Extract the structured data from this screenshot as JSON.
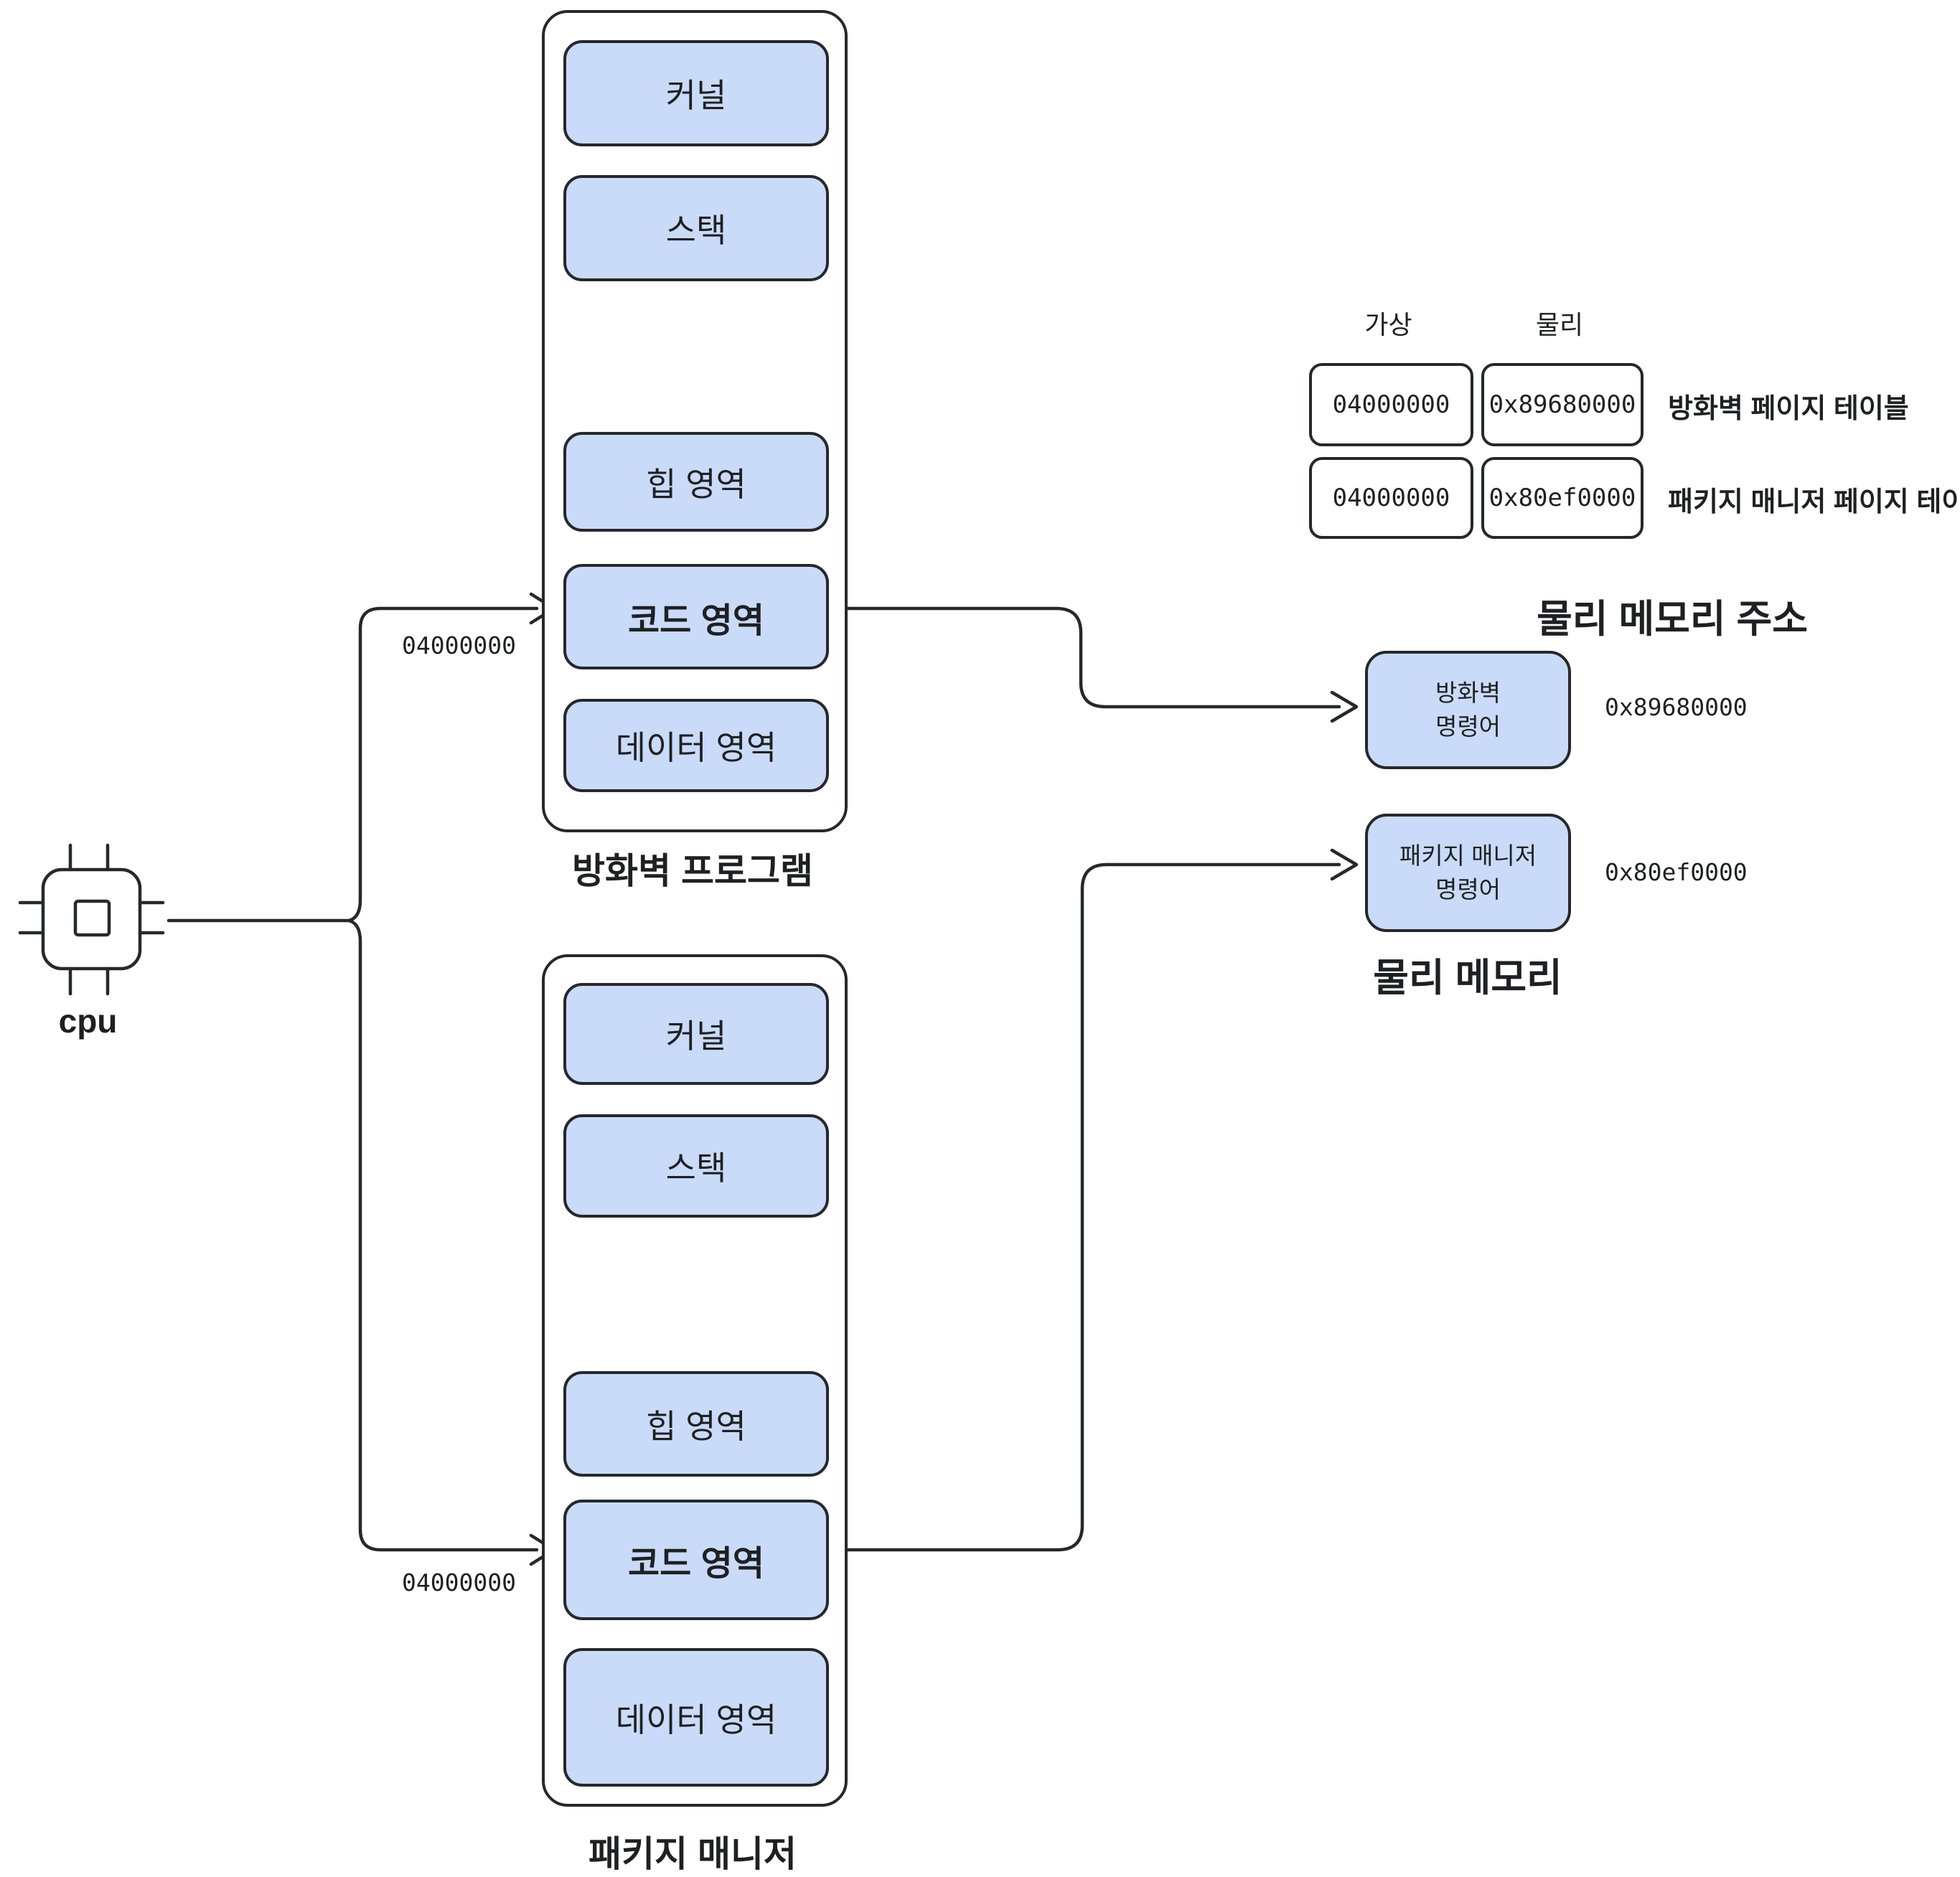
{
  "colors": {
    "box_fill": "#c9dbf8",
    "stroke": "#26282b",
    "text": "#1f2023",
    "background": "#ffffff"
  },
  "cpu": {
    "label": "cpu"
  },
  "programs": [
    {
      "id": "firewall",
      "label": "방화벽 프로그램",
      "regions": [
        "커널",
        "스택",
        "힙 영역",
        "코드 영역",
        "데이터 영역"
      ],
      "virtual_address": "04000000"
    },
    {
      "id": "package-manager",
      "label": "패키지 매니저",
      "regions": [
        "커널",
        "스택",
        "힙 영역",
        "코드 영역",
        "데이터 영역"
      ],
      "virtual_address": "04000000"
    }
  ],
  "page_table": {
    "col_headers": {
      "virtual": "가상",
      "physical": "물리"
    },
    "rows": [
      {
        "virtual": "04000000",
        "physical": "0x89680000",
        "label": "방화벽 페이지 테이블"
      },
      {
        "virtual": "04000000",
        "physical": "0x80ef0000",
        "label": "패키지 매니저 페이지 테이블"
      }
    ],
    "title": "물리 메모리 주소"
  },
  "physical_memory": {
    "title": "물리 메모리",
    "blocks": [
      {
        "label_lines": [
          "방화벽",
          "명령어"
        ],
        "address": "0x89680000"
      },
      {
        "label_lines": [
          "패키지 매니저",
          "명령어"
        ],
        "address": "0x80ef0000"
      }
    ]
  }
}
